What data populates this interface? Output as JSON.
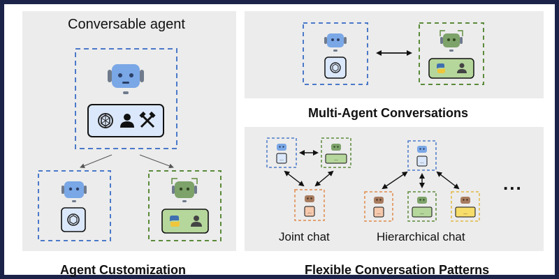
{
  "left_panel": {
    "title": "Conversable agent",
    "caption": "Agent Customization"
  },
  "top_right_panel": {
    "caption": "Multi-Agent Conversations"
  },
  "bottom_right_panel": {
    "joint_chat_label": "Joint chat",
    "hierarchical_chat_label": "Hierarchical chat",
    "more_marker": "...",
    "caption": "Flexible Conversation Patterns"
  },
  "colors": {
    "blue_robot": "#7aa7e6",
    "green_robot": "#7da26a",
    "orange_robot": "#a87c5f",
    "blue_dash": "#4b79c9",
    "green_dash": "#5b8a3a",
    "orange_dash": "#e08a4a",
    "yellow_dash": "#e2b842"
  },
  "icons": [
    "robot-head-icon",
    "openai-logo-icon",
    "person-icon",
    "tools-icon",
    "python-logo-icon",
    "ellipsis-icon"
  ]
}
